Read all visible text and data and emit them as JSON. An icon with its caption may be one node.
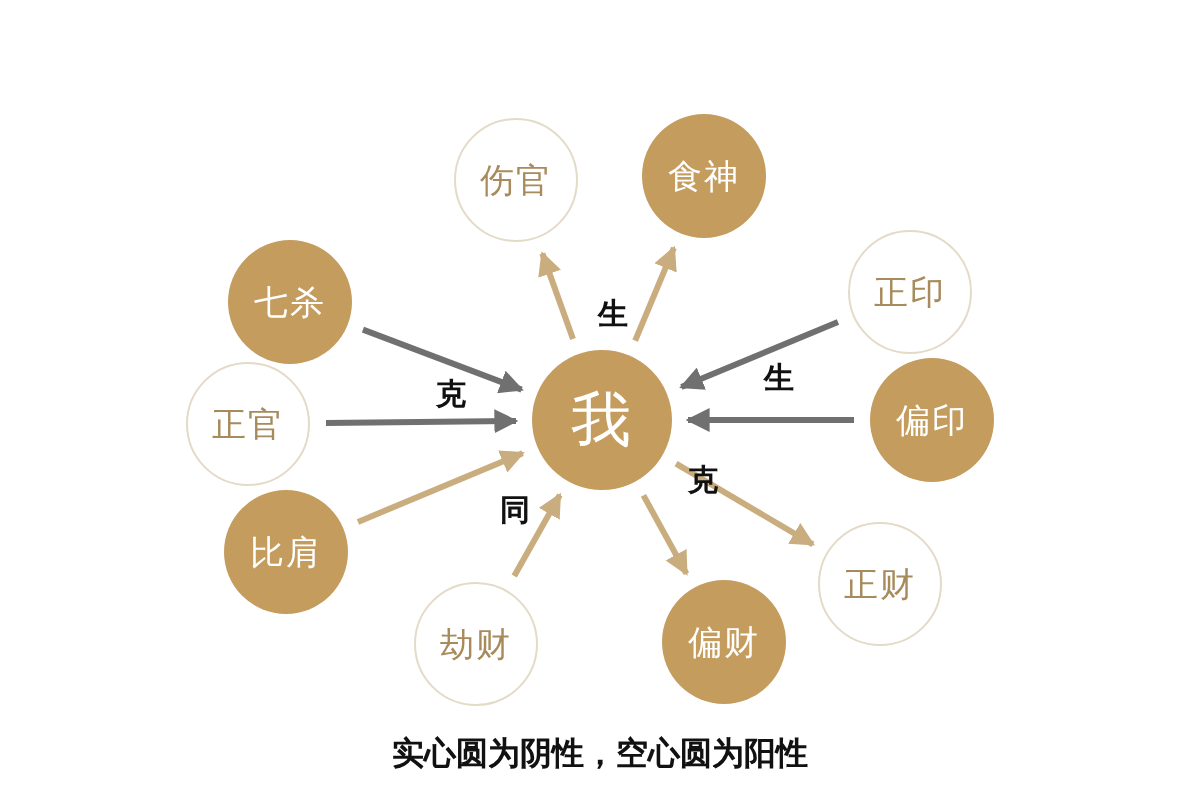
{
  "diagram": {
    "caption": "实心圆为阴性，空心圆为阳性",
    "nodes": [
      {
        "text": [
          "伤官"
        ]
      },
      {
        "text": [
          "食神"
        ]
      },
      {
        "text": [
          "七杀"
        ]
      },
      {
        "text": [
          "正印"
        ]
      },
      {
        "text": [
          "正官"
        ]
      },
      {
        "text": [
          "我"
        ]
      },
      {
        "text": [
          "偏印"
        ]
      },
      {
        "text": [
          "比肩"
        ]
      },
      {
        "text": [
          "正财"
        ]
      },
      {
        "text": [
          "劫财"
        ]
      },
      {
        "text": [
          "偏财"
        ]
      }
    ],
    "edges": [
      {
        "from": 5,
        "to": 0,
        "arrow": "to"
      },
      {
        "from": 5,
        "to": 1,
        "arrow": "to"
      },
      {
        "from": 2,
        "to": 5,
        "arrow": "to",
        "color": "#707070"
      },
      {
        "from": 4,
        "to": 5,
        "arrow": "to",
        "color": "#707070"
      },
      {
        "from": 3,
        "to": 5,
        "arrow": "to",
        "color": "#707070"
      },
      {
        "from": 6,
        "to": 5,
        "arrow": "to",
        "color": "#707070"
      },
      {
        "from": 7,
        "to": 5,
        "arrow": "to"
      },
      {
        "from": 9,
        "to": 5,
        "arrow": "to"
      },
      {
        "from": 5,
        "to": 10,
        "arrow": "to"
      },
      {
        "from": 5,
        "to": 8,
        "arrow": "to"
      }
    ],
    "labels": [
      "生",
      "克",
      "生",
      "同",
      "克"
    ]
  }
}
